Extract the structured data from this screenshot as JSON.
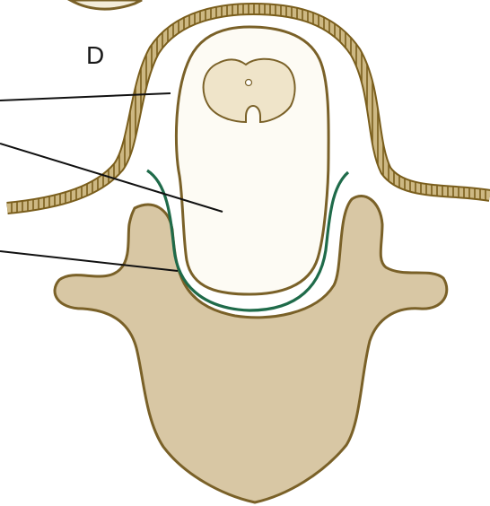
{
  "figure": {
    "panel_label": "D",
    "colors": {
      "skin_fill": "#d9c9a6",
      "skin_stroke": "#7a5e1c",
      "bone_fill": "#d8c7a4",
      "bone_stroke": "#7a6128",
      "sac_fill": "#fdfbf4",
      "sac_stroke": "#7a6128",
      "cord_fill": "#efe4c9",
      "meninges_line": "#1f6b4a",
      "leader_line": "#111111",
      "background": "#ffffff"
    },
    "structures": [
      "skin-layer",
      "cyst-sac",
      "spinal-cord-section",
      "meningeal-layer",
      "vertebra"
    ]
  }
}
